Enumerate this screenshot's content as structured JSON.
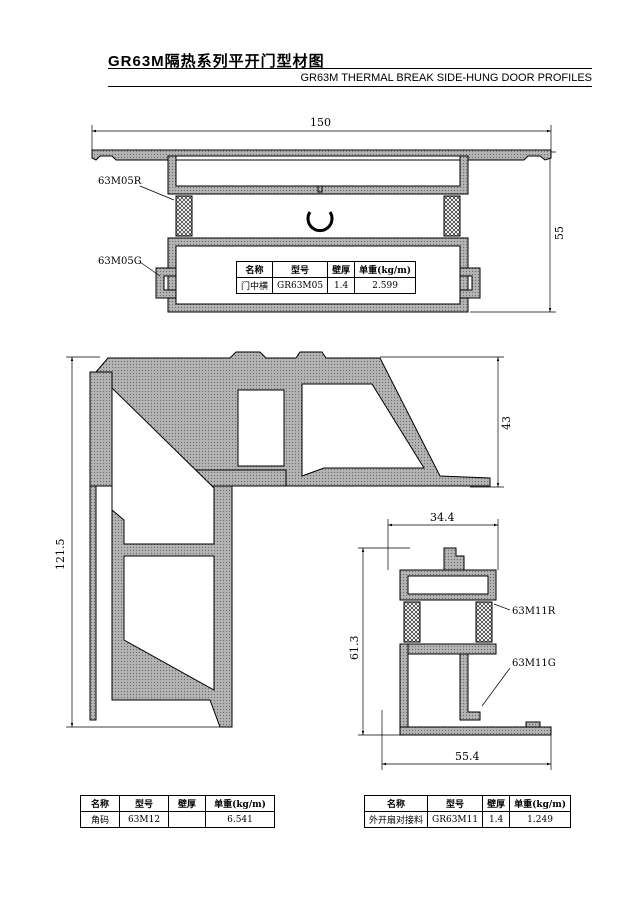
{
  "header": {
    "title_cn": "GR63M隔热系列平开门型材图",
    "title_en": "GR63M THERMAL BREAK SIDE-HUNG DOOR PROFILES"
  },
  "top_profile": {
    "dim_width": "150",
    "dim_height": "55",
    "label_upper": "63M05R",
    "label_lower": "63M05G",
    "table": {
      "headers": [
        "名称",
        "型号",
        "壁厚",
        "单重(kg/m)"
      ],
      "row": [
        "门中横",
        "GR63M05",
        "1.4",
        "2.599"
      ]
    }
  },
  "corner_profile": {
    "dim_height": "121.5",
    "dim_arm": "43",
    "table": {
      "headers": [
        "名称",
        "型号",
        "壁厚",
        "单重(kg/m)"
      ],
      "row": [
        "角码",
        "63M12",
        "",
        "6.541"
      ]
    }
  },
  "small_profile": {
    "dim_top": "34.4",
    "dim_height": "61.3",
    "dim_bottom": "55.4",
    "label_upper": "63M11R",
    "label_lower": "63M11G",
    "table": {
      "headers": [
        "名称",
        "型号",
        "壁厚",
        "单重(kg/m)"
      ],
      "row": [
        "外开扇对接料",
        "GR63M11",
        "1.4",
        "1.249"
      ]
    }
  },
  "colors": {
    "fill": "#a8a8a8",
    "line": "#000000",
    "strip": "#ffffff"
  }
}
